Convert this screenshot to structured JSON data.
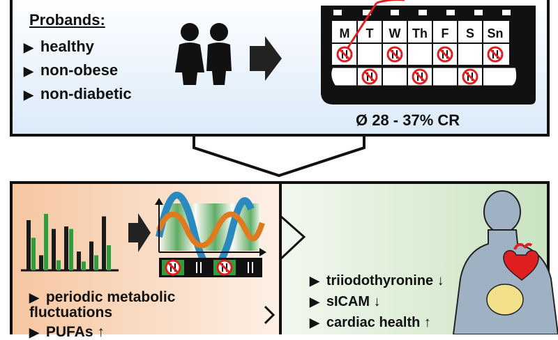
{
  "probands": {
    "title": "Probands:",
    "items": [
      "healthy",
      "non-obese",
      "non-diabetic"
    ]
  },
  "calendar": {
    "days": [
      "M",
      "T",
      "W",
      "Th",
      "F",
      "S",
      "Sn"
    ],
    "fasting_top_row_days": [
      "M",
      "W",
      "F",
      "Sn"
    ],
    "fasting_bottom_row_days": [
      "T",
      "Th",
      "S"
    ],
    "caption": "Ø 28 - 37% CR"
  },
  "effects_left": {
    "items": [
      "periodic metabolic fluctuations",
      "PUFAs"
    ],
    "bar_chart": {
      "series_colors": [
        "#1a1a1a",
        "#2e9e3e"
      ],
      "values_black": [
        4,
        1.2,
        3.3,
        3.5,
        1.5,
        2.3,
        4.3
      ],
      "values_green": [
        2.6,
        4.5,
        0.8,
        3.3,
        0.7,
        1.2,
        2.0
      ]
    },
    "fast_feed_strip": [
      "fast",
      "eat",
      "fast",
      "eat"
    ]
  },
  "effects_right": {
    "items": [
      "triiodothyronine ↓",
      "sICAM ↓",
      "cardiac health ↑"
    ]
  },
  "colors": {
    "panel_top": "#e3f0fb",
    "panel_left": "#f8d2b4",
    "panel_right": "#d8ecd3",
    "green": "#2e9e3e",
    "blue": "#2a8ac0",
    "orange": "#e07a1e",
    "red": "#e02020",
    "body": "#9fb2c4"
  }
}
